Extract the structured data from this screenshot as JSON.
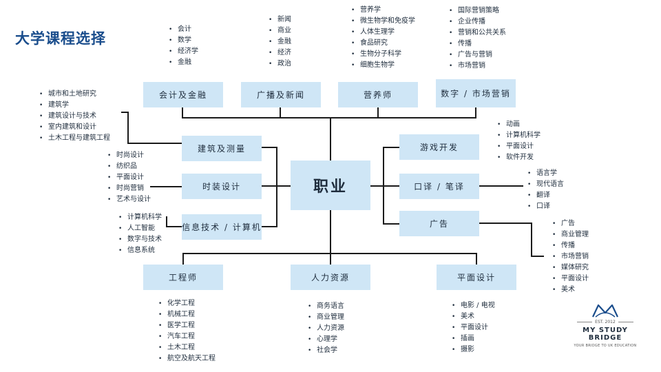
{
  "title": "大学课程选择",
  "center": "职业",
  "boxes": {
    "accounting": "会计及金融",
    "broadcasting": "广播及新闻",
    "nutrition": "营养师",
    "digital_marketing": "数字 / 市场营销",
    "construction": "建筑及测量",
    "fashion": "时装设计",
    "it": "信息技术 / 计算机",
    "game": "游戏开发",
    "translation": "口译 / 笔译",
    "advertising": "广告",
    "engineer": "工程师",
    "hr": "人力资源",
    "graphic": "平面设计"
  },
  "lists": {
    "accounting": [
      "会计",
      "数学",
      "经济学",
      "金融"
    ],
    "broadcasting": [
      "新闻",
      "商业",
      "金融",
      "经济",
      "政治"
    ],
    "nutrition": [
      "营养学",
      "微生物学和免疫学",
      "人体生理学",
      "食品研究",
      "生物分子科学",
      "细胞生物学"
    ],
    "digital_marketing": [
      "国际营销策略",
      "企业传播",
      "营销和公共关系",
      "传播",
      "广告与营销",
      "市场营销"
    ],
    "construction": [
      "城市和土地研究",
      "建筑学",
      "建筑设计与技术",
      "室内建筑和设计",
      "土木工程与建筑工程"
    ],
    "fashion": [
      "时尚设计",
      "纺织品",
      "平面设计",
      "时尚营销",
      "艺术与设计"
    ],
    "it": [
      "计算机科学",
      "人工智能",
      "数字与技术",
      "信息系统"
    ],
    "game": [
      "动画",
      "计算机科学",
      "平面设计",
      "软件开发"
    ],
    "translation": [
      "语言学",
      "现代语言",
      "翻译",
      "口译"
    ],
    "advertising": [
      "广告",
      "商业管理",
      "传播",
      "市场营销",
      "媒体研究",
      "平面设计",
      "美术"
    ],
    "engineer": [
      "化学工程",
      "机械工程",
      "医学工程",
      "汽车工程",
      "土木工程",
      "航空及航天工程"
    ],
    "hr": [
      "商务语言",
      "商业管理",
      "人力资源",
      "心理学",
      "社会学"
    ],
    "graphic": [
      "电影 / 电视",
      "美术",
      "平面设计",
      "插画",
      "摄影"
    ]
  },
  "logo": {
    "est": "EST. 2012",
    "brand": "MY STUDY BRIDGE",
    "tagline": "YOUR BRIDGE TO UK EDUCATION"
  },
  "colors": {
    "box": "#cfe6f6",
    "line": "#1a1a1a",
    "title": "#1a4d8c"
  }
}
